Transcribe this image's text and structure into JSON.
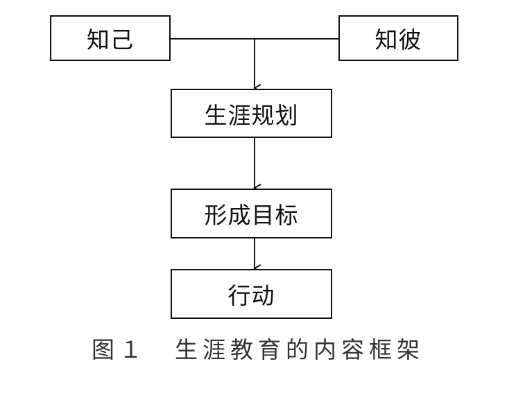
{
  "nodes": {
    "know_self": "知己",
    "know_other": "知彼",
    "career_planning": "生涯规划",
    "form_goals": "形成目标",
    "action": "行动"
  },
  "caption": "图１　生涯教育的内容框架",
  "colors": {
    "line": "#111111",
    "caption_text": "#333333",
    "background": "#ffffff"
  }
}
